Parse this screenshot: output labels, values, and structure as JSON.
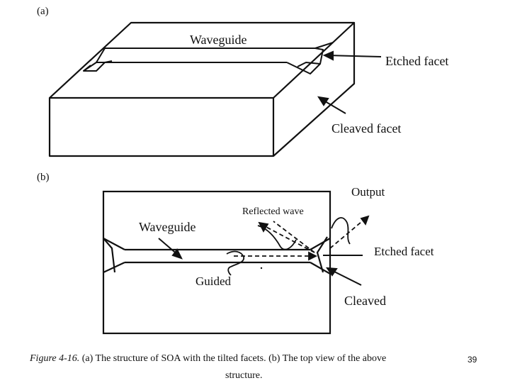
{
  "panel_a": {
    "tag": "(a)",
    "label_waveguide": "Waveguide",
    "label_etched": "Etched facet",
    "label_cleaved": "Cleaved facet"
  },
  "panel_b": {
    "tag": "(b)",
    "label_output": "Output",
    "label_reflected": "Reflected wave",
    "label_waveguide": "Waveguide",
    "label_etched": "Etched facet",
    "label_guided": "Guided",
    "label_cleaved": "Cleaved"
  },
  "caption": {
    "fig_label": "Figure 4-16.",
    "line1": " (a) The structure of SOA with the tilted facets. (b) The top view of the above",
    "line2": "structure."
  },
  "page_number": "39",
  "colors": {
    "ink": "#111111",
    "background": "#ffffff"
  }
}
